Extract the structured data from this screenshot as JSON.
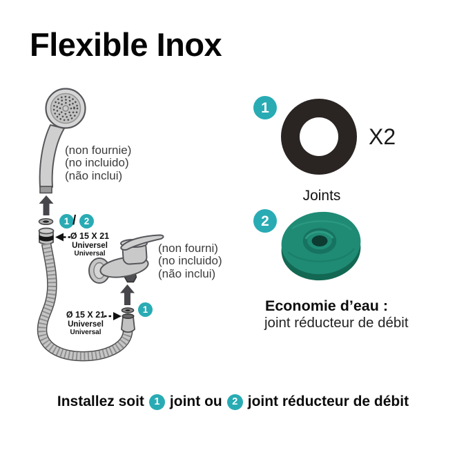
{
  "title": "Flexible Inox",
  "colors": {
    "teal_badge": "#29abb4",
    "joint_black": "#2a2523",
    "reducer_teal": "#1f8b75",
    "reducer_dark": "#136853",
    "diagram_gray": "#c9c9c9"
  },
  "diagram": {
    "shower_note": [
      "(non fournie)",
      "(no incluido)",
      "(não inclui)"
    ],
    "badge_1": "1",
    "badge_slash": "/",
    "badge_2": "2",
    "top_fitting": {
      "size": "Ø 15 X 21",
      "universal_fr": "Universel",
      "universal_en": "Universal"
    },
    "faucet_note": [
      "(non fourni)",
      "(no incluido)",
      "(não inclui)"
    ],
    "bottom_fitting": {
      "size": "Ø 15 X 21",
      "universal_fr": "Universel",
      "universal_en": "Universal"
    },
    "bottom_badge": "1"
  },
  "right_panel": {
    "badge_1": "1",
    "quantity": "X2",
    "joints_label": "Joints",
    "badge_2": "2",
    "eco_title": "Economie d’eau :",
    "eco_subtitle": "joint réducteur de débit"
  },
  "footer": {
    "part1": "Installez soit",
    "badge_1": "1",
    "part2": "joint ou",
    "badge_2": "2",
    "part3": "joint réducteur de débit"
  }
}
